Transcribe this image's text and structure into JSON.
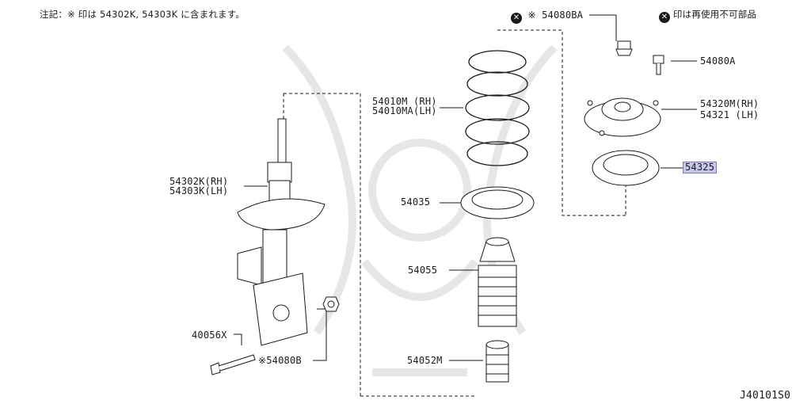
{
  "header_note": "注記：※ 印は 54302K, 54303K に含まれます。",
  "legend_note": "印は再使用不可部品",
  "xmark_symbol": "✕",
  "watermark_color": "#e6e6e6",
  "highlight_color": "#c7c7ec",
  "labels": {
    "p54080ba": "※ 54080BA",
    "p54080a": "54080A",
    "p54320m": "54320M(RH)",
    "p54321": "54321 (LH)",
    "p54325": "54325",
    "p54010m": "54010M (RH)",
    "p54010ma": "54010MA(LH)",
    "p54035": "54035",
    "p54055": "54055",
    "p54052m": "54052M",
    "p54302k": "54302K(RH)",
    "p54303k": "54303K(LH)",
    "p40056x": "40056X",
    "p54080b": "※54080B"
  },
  "diagram_code": "J40101S0"
}
